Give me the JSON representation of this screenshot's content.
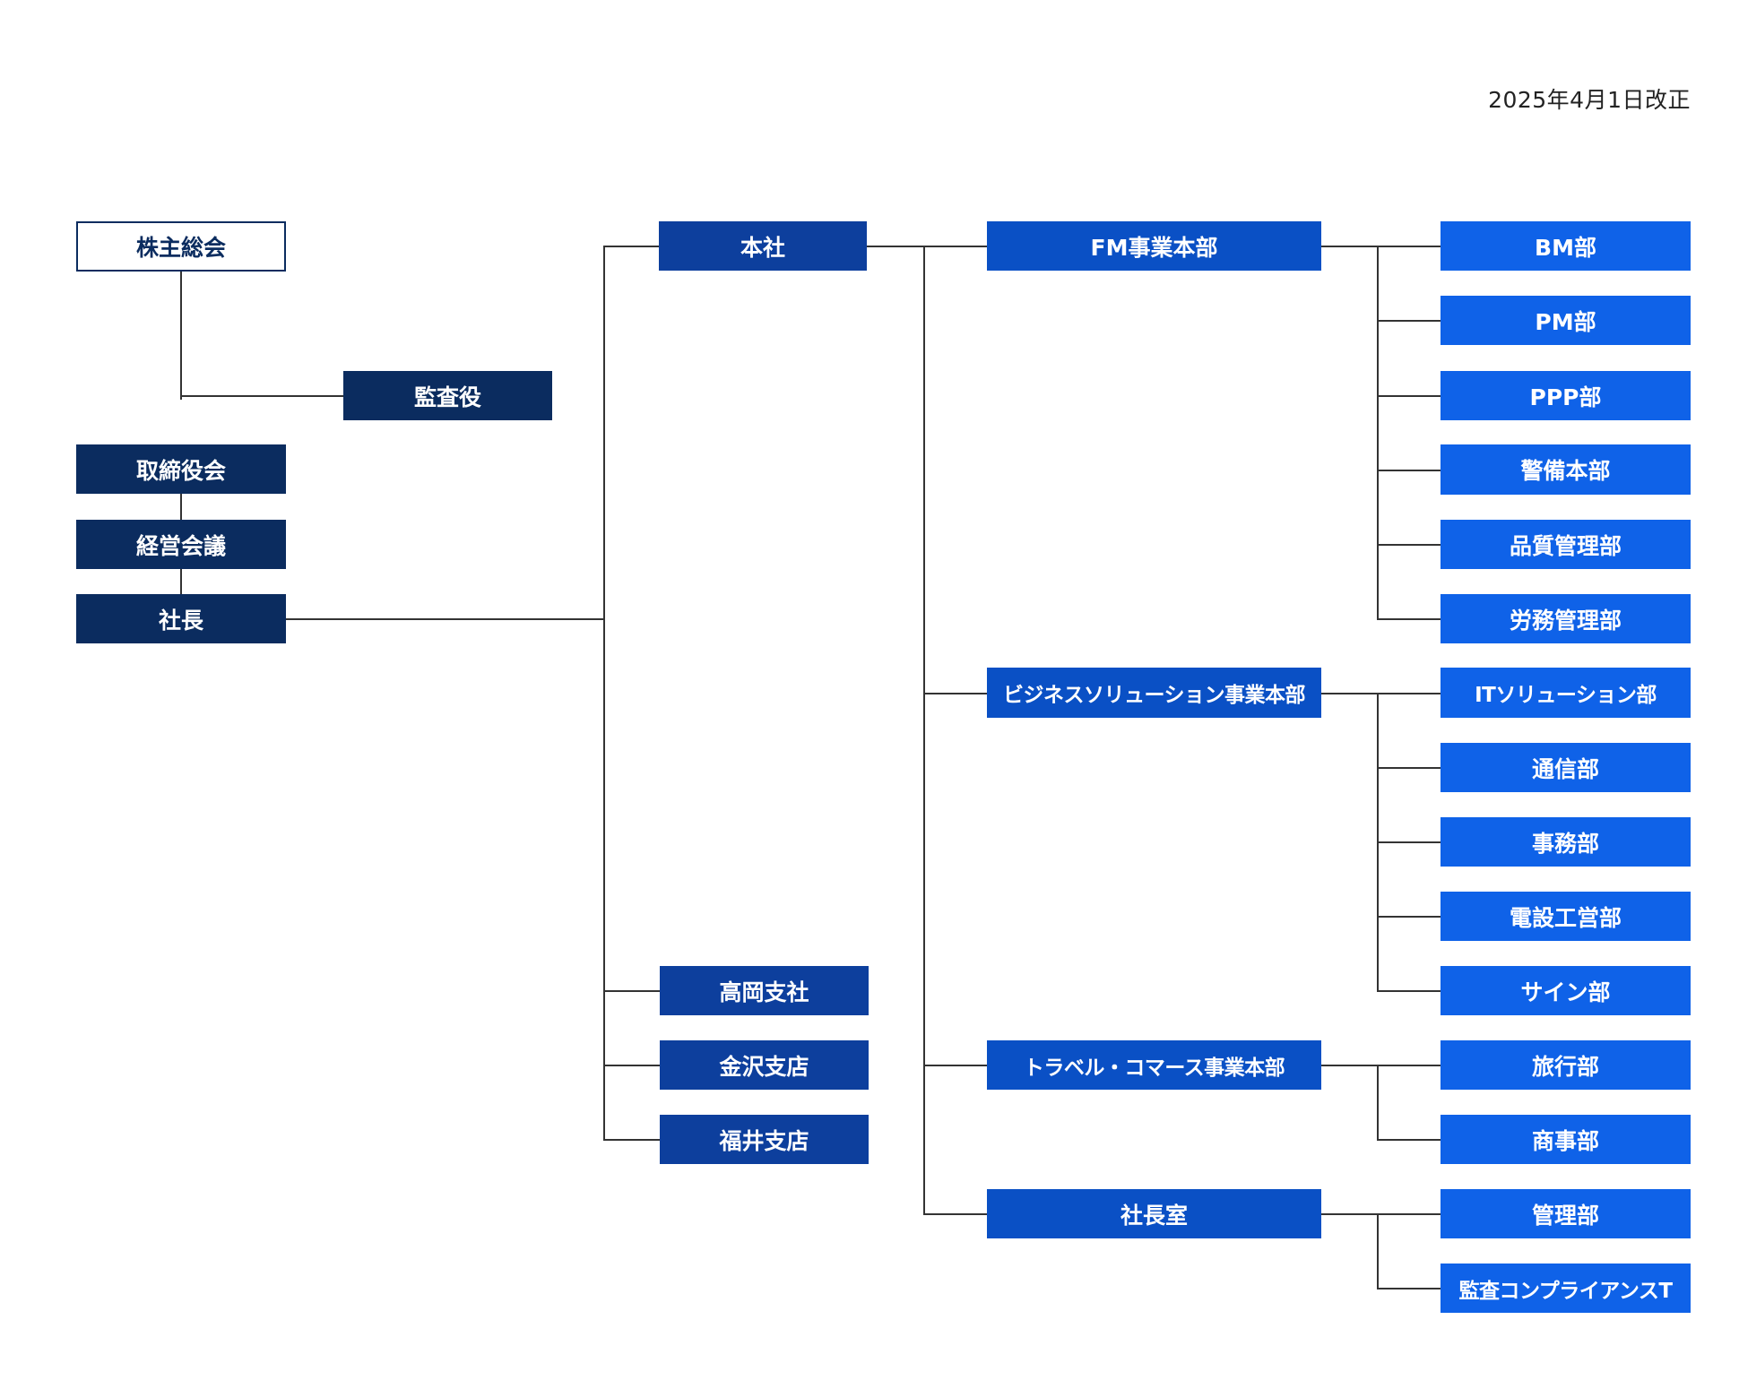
{
  "revision_date": "2025年4月1日改正",
  "colors": {
    "outline_border": "#0b2c5f",
    "governance": "#0b2c5f",
    "offices": "#0d3f9d",
    "divisions": "#0a50c5",
    "departments": "#0f62e8",
    "connector": "#333333"
  },
  "governance": {
    "shareholders_meeting": "株主総会",
    "auditor": "監査役",
    "board_of_directors": "取締役会",
    "management_meeting": "経営会議",
    "president": "社長"
  },
  "offices": {
    "head_office": "本社",
    "takaoka_branch": "高岡支社",
    "kanazawa_branch": "金沢支店",
    "fukui_branch": "福井支店"
  },
  "divisions": [
    {
      "name": "FM事業本部",
      "departments": [
        "BM部",
        "PM部",
        "PPP部",
        "警備本部",
        "品質管理部",
        "労務管理部"
      ]
    },
    {
      "name": "ビジネスソリューション事業本部",
      "departments": [
        "ITソリューション部",
        "通信部",
        "事務部",
        "電設工営部",
        "サイン部"
      ]
    },
    {
      "name": "トラベル・コマース事業本部",
      "departments": [
        "旅行部",
        "商事部"
      ]
    },
    {
      "name": "社長室",
      "departments": [
        "管理部",
        "監査コンプライアンスT"
      ]
    }
  ]
}
